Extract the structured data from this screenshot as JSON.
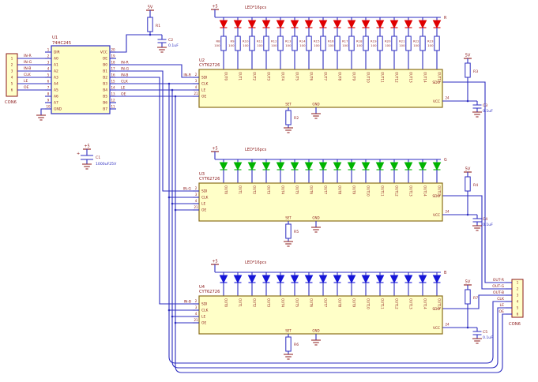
{
  "schematic": {
    "colors": {
      "wire": "#2d2dc0",
      "label": "#8b1a1a",
      "value": "#2d2dc0",
      "box_fill": "#ffffc8",
      "box_stroke": "#8a6d1a",
      "ic_stroke": "#2d2dc0"
    },
    "left_connector": {
      "name": "CON6",
      "pins": [
        {
          "num": "1",
          "net": "IN-R"
        },
        {
          "num": "2",
          "net": "IN-G"
        },
        {
          "num": "3",
          "net": "IN-B"
        },
        {
          "num": "4",
          "net": "CLK"
        },
        {
          "num": "5",
          "net": "LE"
        },
        {
          "num": "6",
          "net": "OE"
        }
      ]
    },
    "u1": {
      "ref": "U1",
      "part": "74HC245",
      "left_pins": [
        [
          "1",
          "DIR"
        ],
        [
          "2",
          "A0"
        ],
        [
          "3",
          "A1"
        ],
        [
          "4",
          "A2"
        ],
        [
          "5",
          "A3"
        ],
        [
          "6",
          "A4"
        ],
        [
          "7",
          "A5"
        ],
        [
          "8",
          "A6"
        ],
        [
          "9",
          "A7"
        ],
        [
          "10",
          "GND"
        ]
      ],
      "right_pins": [
        [
          "20",
          "VCC"
        ],
        [
          "19",
          "OE"
        ],
        [
          "18",
          "B0"
        ],
        [
          "17",
          "B1"
        ],
        [
          "16",
          "B2"
        ],
        [
          "15",
          "B3"
        ],
        [
          "14",
          "B4"
        ],
        [
          "13",
          "B5"
        ],
        [
          "12",
          "B6"
        ],
        [
          "11",
          "B7"
        ]
      ],
      "right_nets": [
        "IN-R",
        "IN-G",
        "IN-B",
        "CLK",
        "LE",
        "OE"
      ]
    },
    "top_power": {
      "label": "5V"
    },
    "r1": {
      "ref": "R1"
    },
    "c2": {
      "ref": "C2",
      "value": "0.1uF"
    },
    "bulk_cap": {
      "power": "+5",
      "plus": "+",
      "ref": "C1",
      "value": "1000uF25V"
    },
    "out_pins": [
      "OUT0",
      "OUT1",
      "OUT2",
      "OUT3",
      "OUT4",
      "OUT5",
      "OUT6",
      "OUT7",
      "OUT8",
      "OUT9",
      "OUT10",
      "OUT11",
      "OUT12",
      "OUT13",
      "OUT14",
      "OUT15"
    ],
    "sections": [
      {
        "ref": "U2",
        "part": "CYT62726",
        "led_note": "LED*16pcs",
        "p5_label": "+5",
        "rail_net": "R",
        "in_net": "IN-R",
        "led_color": "#e00000",
        "series_resistors": {
          "value": "100",
          "names": [
            "R8",
            "R9",
            "R10",
            "R11",
            "R12",
            "R13",
            "R14",
            "R15",
            "R16",
            "R17",
            "R18",
            "R19",
            "R20",
            "R21",
            "R22",
            "R23"
          ]
        },
        "left_pins": [
          [
            "2",
            "SDI"
          ],
          [
            "3",
            "CLK"
          ],
          [
            "4",
            "LE"
          ],
          [
            "21",
            "OE"
          ]
        ],
        "sdo_label": "SDO",
        "vcc_label": "VCC",
        "vcc_pin": "24",
        "gnd_label": "GND",
        "set_label": "SET",
        "set_resistor": "R2",
        "right_resistor": "R3",
        "v_label": "5V",
        "cap": "C3",
        "cap_value": "0.1uF"
      },
      {
        "ref": "U3",
        "part": "CYT62726",
        "led_note": "LED*16pcs",
        "p5_label": "+5",
        "rail_net": "G",
        "in_net": "IN-G",
        "led_color": "#00b400",
        "series_resistors": null,
        "left_pins": [
          [
            "2",
            "SDI"
          ],
          [
            "3",
            "CLK"
          ],
          [
            "4",
            "LE"
          ],
          [
            "21",
            "OE"
          ]
        ],
        "sdo_label": "SDO",
        "vcc_label": "VCC",
        "vcc_pin": "24",
        "gnd_label": "GND",
        "set_label": "SET",
        "set_resistor": "R5",
        "right_resistor": "R4",
        "v_label": "5V",
        "cap": "C4",
        "cap_value": "0.1uF"
      },
      {
        "ref": "U4",
        "part": "CYT62726",
        "led_note": "LED*16pcs",
        "p5_label": "+5",
        "rail_net": "B",
        "in_net": "IN-B",
        "led_color": "#1616d8",
        "series_resistors": null,
        "left_pins": [
          [
            "2",
            "SDI"
          ],
          [
            "3",
            "CLK"
          ],
          [
            "4",
            "LE"
          ],
          [
            "21",
            "OE"
          ]
        ],
        "sdo_label": "SDO",
        "vcc_label": "VCC",
        "vcc_pin": "24",
        "gnd_label": "GND",
        "set_label": "SET",
        "set_resistor": "R6",
        "right_resistor": "R7",
        "v_label": "5V",
        "cap": "C5",
        "cap_value": "0.1uF"
      }
    ],
    "right_connector": {
      "name": "CON6",
      "pins": [
        {
          "num": "1",
          "net": "OUT-R"
        },
        {
          "num": "2",
          "net": "OUT-G"
        },
        {
          "num": "3",
          "net": "OUT-B"
        },
        {
          "num": "4",
          "net": "CLK"
        },
        {
          "num": "5",
          "net": "LE"
        },
        {
          "num": "6",
          "net": "OE"
        }
      ]
    }
  }
}
